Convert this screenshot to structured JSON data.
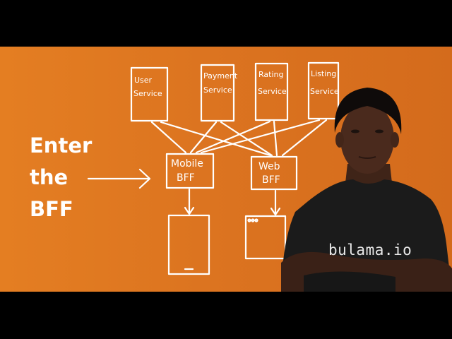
{
  "headline": {
    "line1": "Enter",
    "line2": "the",
    "line3": "BFF"
  },
  "services": [
    {
      "line1": "User",
      "line2": "Service"
    },
    {
      "line1": "Payment",
      "line2": "Service"
    },
    {
      "line1": "Rating",
      "line2": "Service"
    },
    {
      "line1": "Listing",
      "line2": "Service"
    }
  ],
  "bff": {
    "mobile": {
      "line1": "Mobile",
      "line2": "BFF"
    },
    "web": {
      "line1": "Web",
      "line2": "BFF"
    }
  },
  "shirt_text": "bulama.io",
  "colors": {
    "background": "#e07a21",
    "ink": "#ffffff",
    "shirt": "#1b1b1b",
    "letterbox": "#000000"
  }
}
